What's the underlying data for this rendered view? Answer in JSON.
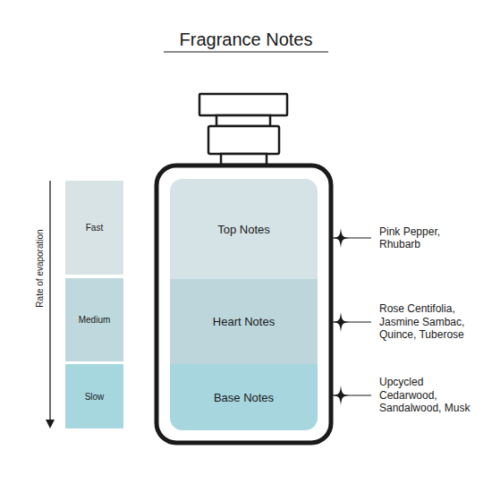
{
  "diagram": {
    "title": "Fragrance Notes",
    "nodes": [
      {
        "text": [
          "Fast"
        ]
      },
      {
        "text": [
          "Medium"
        ]
      },
      {
        "text": [
          "Slow"
        ]
      },
      {
        "text": [
          "Top Notes"
        ]
      },
      {
        "text": [
          "Heart Notes"
        ]
      },
      {
        "text": [
          "Base Notes"
        ]
      }
    ],
    "labels": [
      "Rate of evaporation",
      "Pink Pepper, Rhubarb",
      "Rose Centifolia, Jasmine Sambac, Quince, Tuberose",
      "Upcycled Cedarwood, Sandalwood, Musk"
    ]
  }
}
